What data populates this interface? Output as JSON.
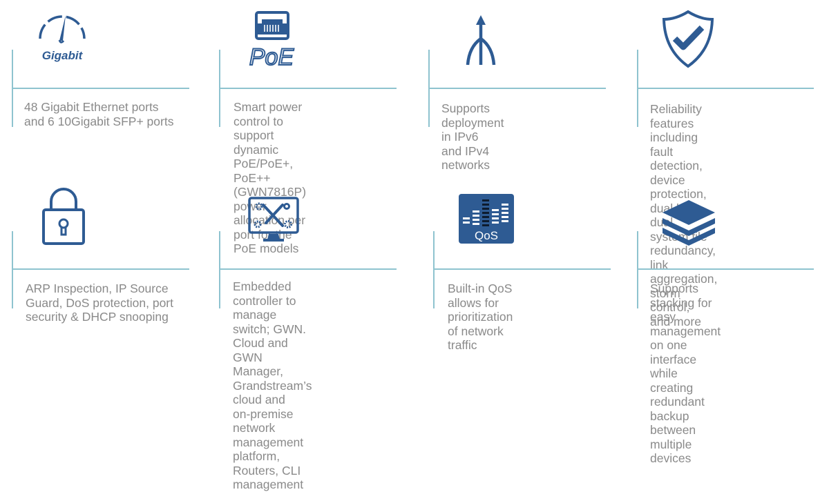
{
  "accent_color": "#2e5b93",
  "line_color": "#8ec3cf",
  "text_color": "#8a8a8a",
  "features": [
    {
      "icon": "gigabit-speedometer-icon",
      "icon_label": "Gigabit",
      "text": "48 Gigabit Ethernet ports\nand 6 10Gigabit SFP+ ports"
    },
    {
      "icon": "poe-ethernet-port-icon",
      "icon_label": "PoE",
      "text": "Smart power control to\nsupport dynamic PoE/PoE+,\nPoE++ (GWN7816P) power\nallocation per port for the\nPoE models"
    },
    {
      "icon": "ipv6-branching-arrow-icon",
      "text": "Supports deployment in IPv6\nand IPv4 networks"
    },
    {
      "icon": "shield-check-icon",
      "text": "Reliability features including\nfault detection, device\nprotection, dual boot, dual\nsystem file redundancy, link\naggregation, storm control,\nand more"
    },
    {
      "icon": "padlock-icon",
      "text": "ARP Inspection, IP Source\nGuard, DoS protection, port\nsecurity & DHCP snooping"
    },
    {
      "icon": "monitor-tools-icon",
      "text": "Embedded controller to\nmanage switch; GWN.\nCloud and GWN Manager,\nGrandstream’s cloud and\non-premise network\nmanagement platform,\nRouters, CLI management"
    },
    {
      "icon": "qos-equalizer-icon",
      "icon_label": "QoS",
      "text": "Built-in QoS allows for\nprioritization of network\ntraffic"
    },
    {
      "icon": "stacked-layers-icon",
      "text": "Supports stacking for\neasy management on one\ninterface while creating\nredundant backup between\nmultiple devices"
    }
  ]
}
